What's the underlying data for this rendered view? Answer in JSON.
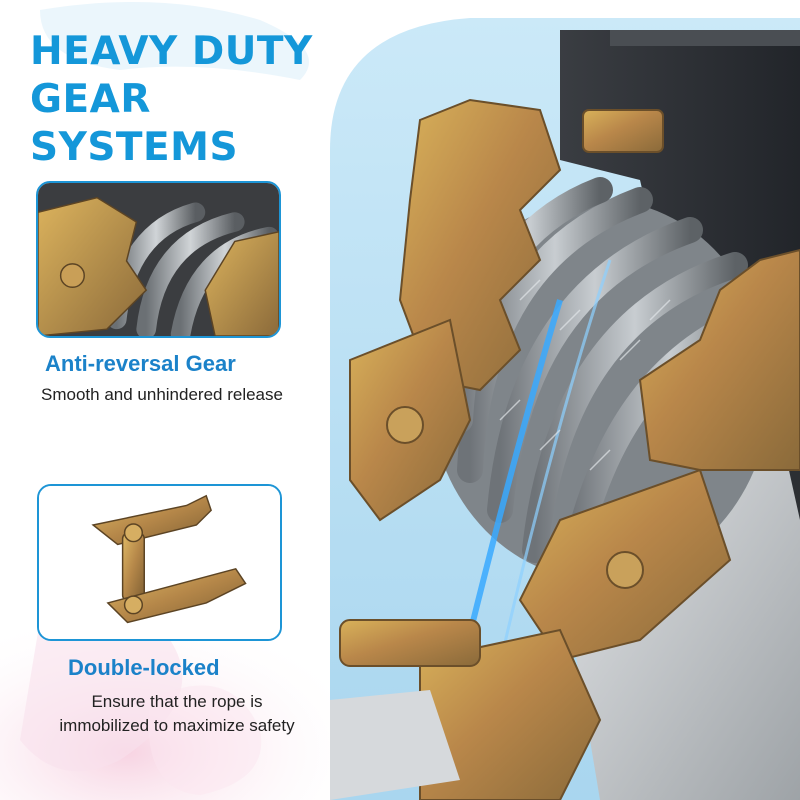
{
  "header": {
    "title_line1": "HEAVY DUTY",
    "title_line2": "GEAR SYSTEMS"
  },
  "features": [
    {
      "title": "Anti-reversal Gear",
      "description": "Smooth and unhindered release",
      "image": "ratchet-gear-closeup"
    },
    {
      "title": "Double-locked",
      "description_line1": "Ensure that the rope is",
      "description_line2": "immobilized to maximize safety",
      "image": "locking-pawl-part"
    }
  ],
  "main_image": "winch-gear-and-steel-cable-closeup",
  "colors": {
    "accent": "#1497d9",
    "accent_dark": "#1b82c9",
    "frame_border": "#1d95d6",
    "panel_bg": "#bfe3f5",
    "text": "#222222"
  }
}
